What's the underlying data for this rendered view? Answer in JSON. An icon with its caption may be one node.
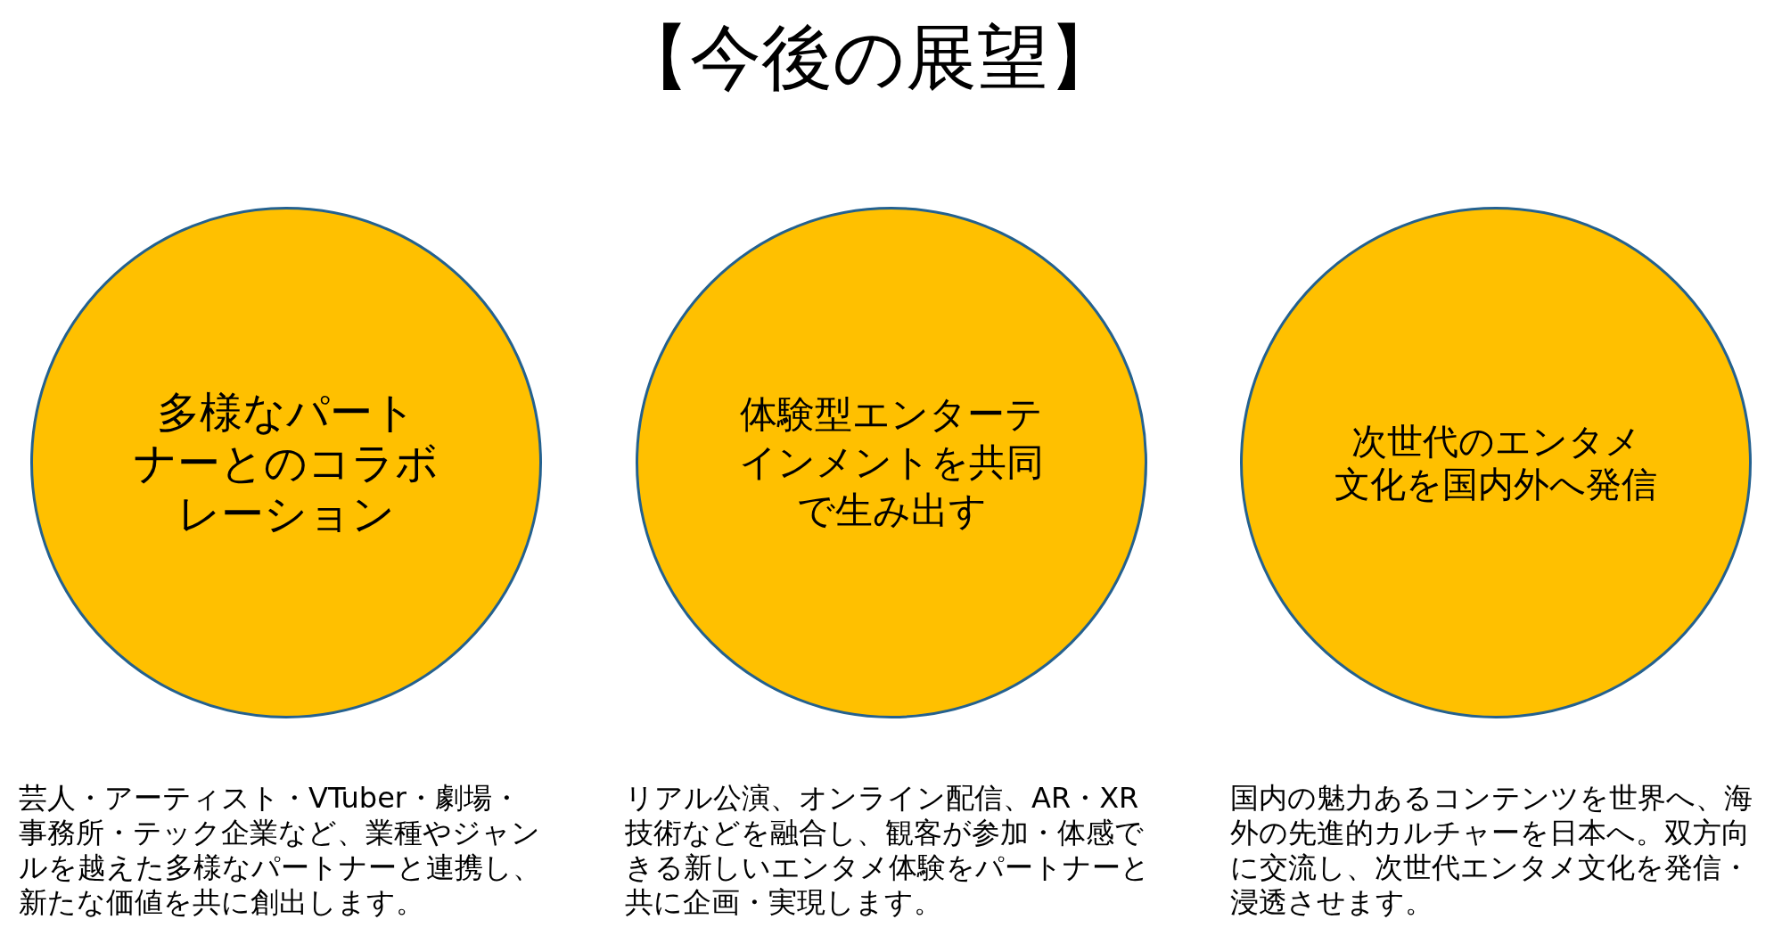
{
  "diagram": {
    "title": "【今後の展望】",
    "nodes": [
      {
        "text": [
          "多様なパートナーとのコラボレーション"
        ],
        "beside": [
          "芸人・アーティスト・VTuber・劇場・事務所・テック企業など、業種やジャンルを越えた多様なパートナーと連携し、新たな価値を共に創出します。"
        ]
      },
      {
        "text": [
          "体験型エンターテインメントを共同で生み出す"
        ],
        "beside": [
          "リアル公演、オンライン配信、AR・XR技術などを融合し、観客が参加・体感できる新しいエンタメ体験をパートナーと共に企画・実現します。"
        ]
      },
      {
        "text": [
          "次世代のエンタメ文化を国内外へ発信"
        ],
        "beside": [
          "国内の魅力あるコンテンツを世界へ、海外の先進的カルチャーを日本へ。双方向に交流し、次世代エンタメ文化を発信・浸透させます。"
        ]
      }
    ]
  }
}
